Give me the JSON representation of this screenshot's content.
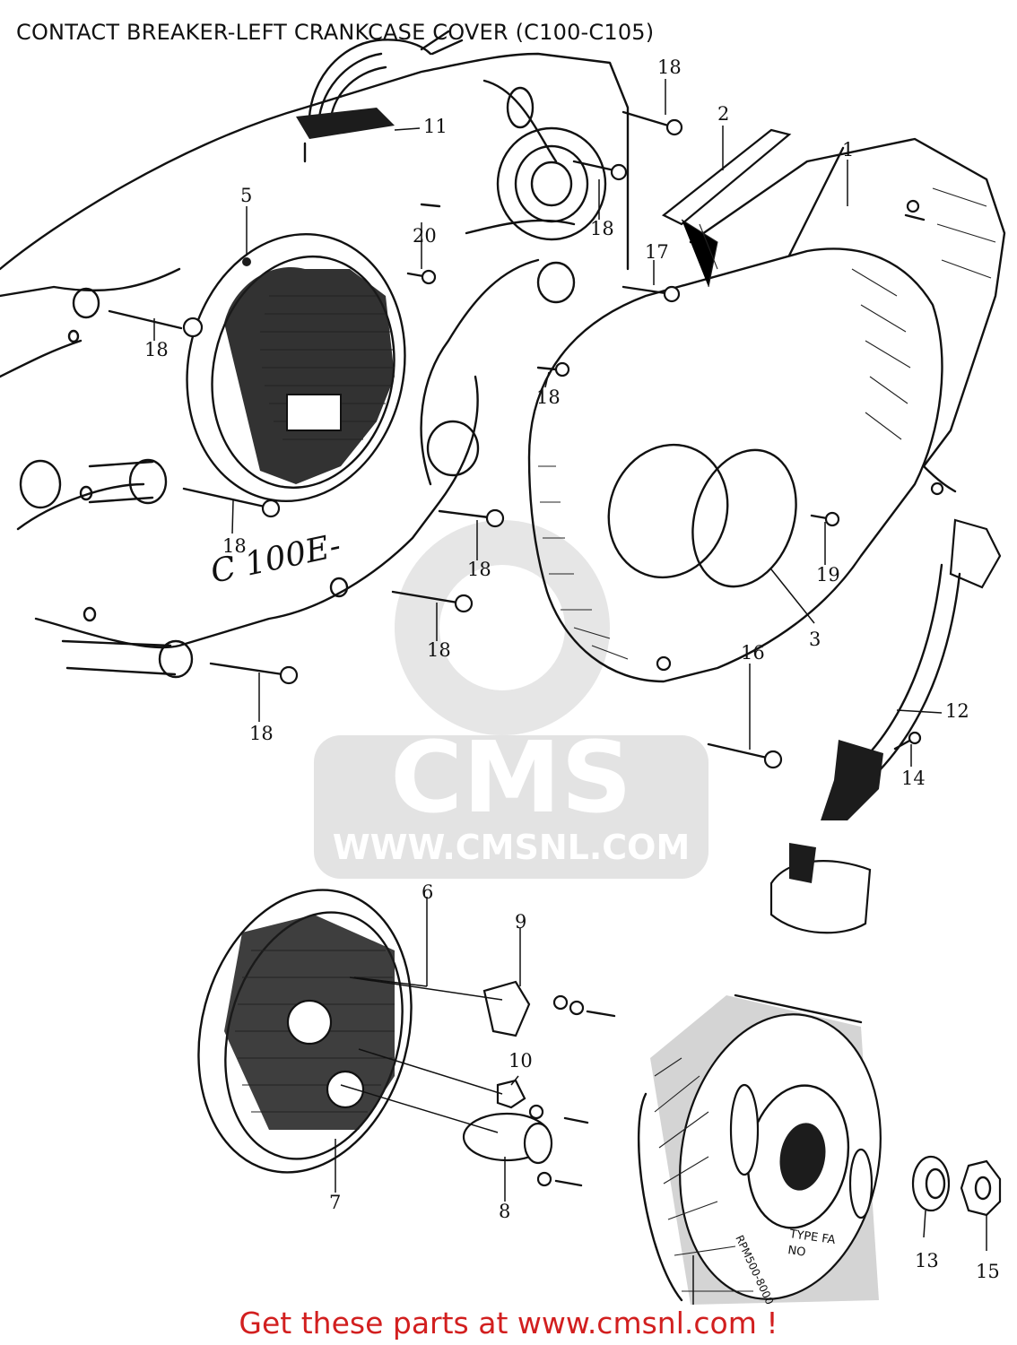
{
  "header": {
    "title": "CONTACT BREAKER-LEFT CRANKCASE COVER (C100-C105)"
  },
  "watermark": {
    "brand": "CMS",
    "url": "WWW.CMSNL.COM"
  },
  "crankcase_stamp": "C 100E-",
  "flywheel_stamp": {
    "type": "TYPE FA",
    "no": "NO",
    "rpm": "RPM500-8000"
  },
  "part_labels": [
    {
      "id": "p1",
      "text": "1"
    },
    {
      "id": "p2",
      "text": "2"
    },
    {
      "id": "p3",
      "text": "3"
    },
    {
      "id": "p5",
      "text": "5"
    },
    {
      "id": "p6",
      "text": "6"
    },
    {
      "id": "p7",
      "text": "7"
    },
    {
      "id": "p8",
      "text": "8"
    },
    {
      "id": "p9",
      "text": "9"
    },
    {
      "id": "p10",
      "text": "10"
    },
    {
      "id": "p11",
      "text": "11"
    },
    {
      "id": "p12",
      "text": "12"
    },
    {
      "id": "p13",
      "text": "13"
    },
    {
      "id": "p14",
      "text": "14"
    },
    {
      "id": "p15",
      "text": "15"
    },
    {
      "id": "p16",
      "text": "16"
    },
    {
      "id": "p17",
      "text": "17"
    },
    {
      "id": "p18a",
      "text": "18"
    },
    {
      "id": "p18b",
      "text": "18"
    },
    {
      "id": "p18c",
      "text": "18"
    },
    {
      "id": "p18d",
      "text": "18"
    },
    {
      "id": "p18e",
      "text": "18"
    },
    {
      "id": "p18f",
      "text": "18"
    },
    {
      "id": "p18g",
      "text": "18"
    },
    {
      "id": "p18h",
      "text": "18"
    },
    {
      "id": "p18i",
      "text": "18"
    },
    {
      "id": "p19",
      "text": "19"
    },
    {
      "id": "p20",
      "text": "20"
    }
  ],
  "footer": {
    "cta": "Get these parts at www.cmsnl.com !"
  },
  "colors": {
    "footer_text": "#d21f1f",
    "ink": "#111111",
    "watermark": "#c8c8c8"
  }
}
